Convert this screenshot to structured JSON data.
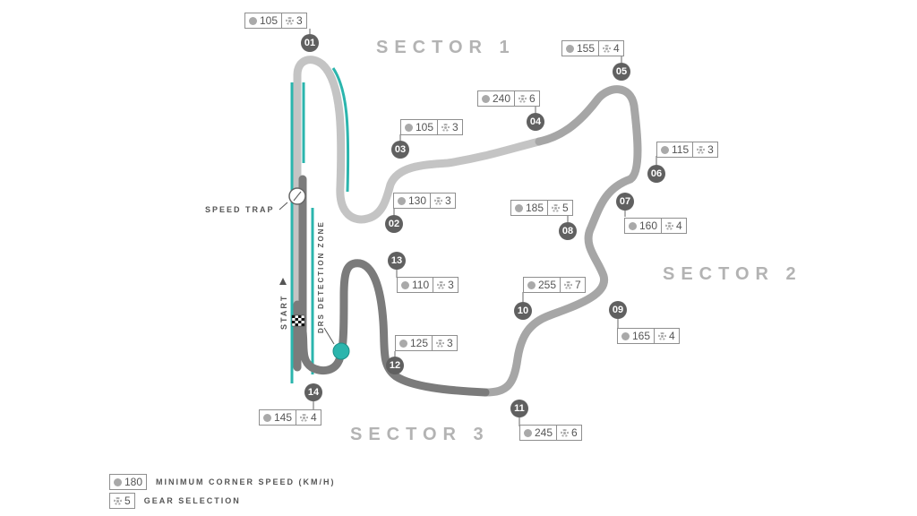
{
  "sectors": [
    {
      "label": "SECTOR 1"
    },
    {
      "label": "SECTOR 2"
    },
    {
      "label": "SECTOR 3"
    }
  ],
  "corners": [
    {
      "num": "01",
      "speed": "105",
      "gear": "3"
    },
    {
      "num": "02",
      "speed": "130",
      "gear": "3"
    },
    {
      "num": "03",
      "speed": "105",
      "gear": "3"
    },
    {
      "num": "04",
      "speed": "240",
      "gear": "6"
    },
    {
      "num": "05",
      "speed": "155",
      "gear": "4"
    },
    {
      "num": "06",
      "speed": "115",
      "gear": "3"
    },
    {
      "num": "07",
      "speed": "160",
      "gear": "4"
    },
    {
      "num": "08",
      "speed": "185",
      "gear": "5"
    },
    {
      "num": "09",
      "speed": "165",
      "gear": "4"
    },
    {
      "num": "10",
      "speed": "255",
      "gear": "7"
    },
    {
      "num": "11",
      "speed": "245",
      "gear": "6"
    },
    {
      "num": "12",
      "speed": "125",
      "gear": "3"
    },
    {
      "num": "13",
      "speed": "110",
      "gear": "3"
    },
    {
      "num": "14",
      "speed": "145",
      "gear": "4"
    }
  ],
  "labels": {
    "speed_trap": "SPEED TRAP",
    "start": "START",
    "drs_zone": "DRS DETECTION ZONE"
  },
  "legend": {
    "speed_value": "180",
    "speed_text": "MINIMUM CORNER SPEED (KM/H)",
    "gear_value": "5",
    "gear_text": "GEAR SELECTION"
  },
  "colors": {
    "sector1": "#c4c4c4",
    "sector2": "#a6a6a6",
    "sector3": "#7b7b7b",
    "drs": "#2bb5ad",
    "turn_marker": "#606060"
  }
}
